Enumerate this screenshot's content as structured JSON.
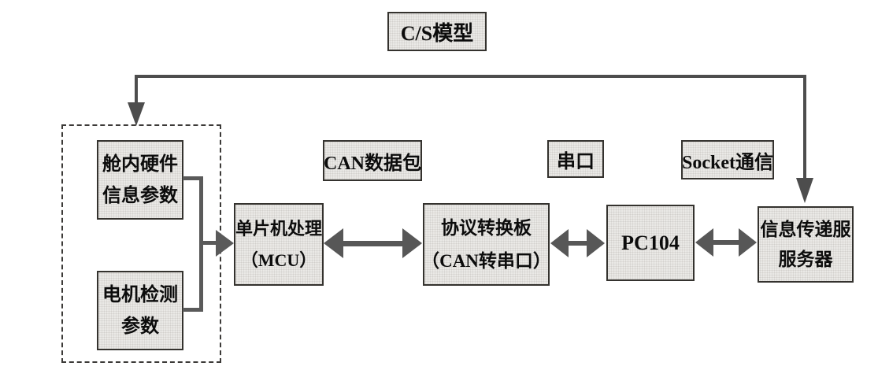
{
  "diagram": {
    "title_box": {
      "label": "C/S模型"
    },
    "input_group": {
      "cabin_box": {
        "line1": "舱内硬件",
        "line2": "信息参数"
      },
      "motor_box": {
        "line1": "电机检测",
        "line2": "参数"
      }
    },
    "nodes": {
      "mcu": {
        "line1": "单片机处理",
        "line2": "（MCU）"
      },
      "converter": {
        "line1": "协议转换板",
        "line2": "（CAN转串口）"
      },
      "pc104": {
        "label": "PC104"
      },
      "server": {
        "line1": "信息传递服",
        "line2": "服务器"
      }
    },
    "link_labels": {
      "can": "CAN数据包",
      "serial": "串口",
      "socket": "Socket通信"
    },
    "colors": {
      "box_fill": "#eae9e6",
      "box_border": "#34322e",
      "line": "#4d4d4d",
      "arrow": "#575757",
      "background": "#ffffff"
    }
  }
}
